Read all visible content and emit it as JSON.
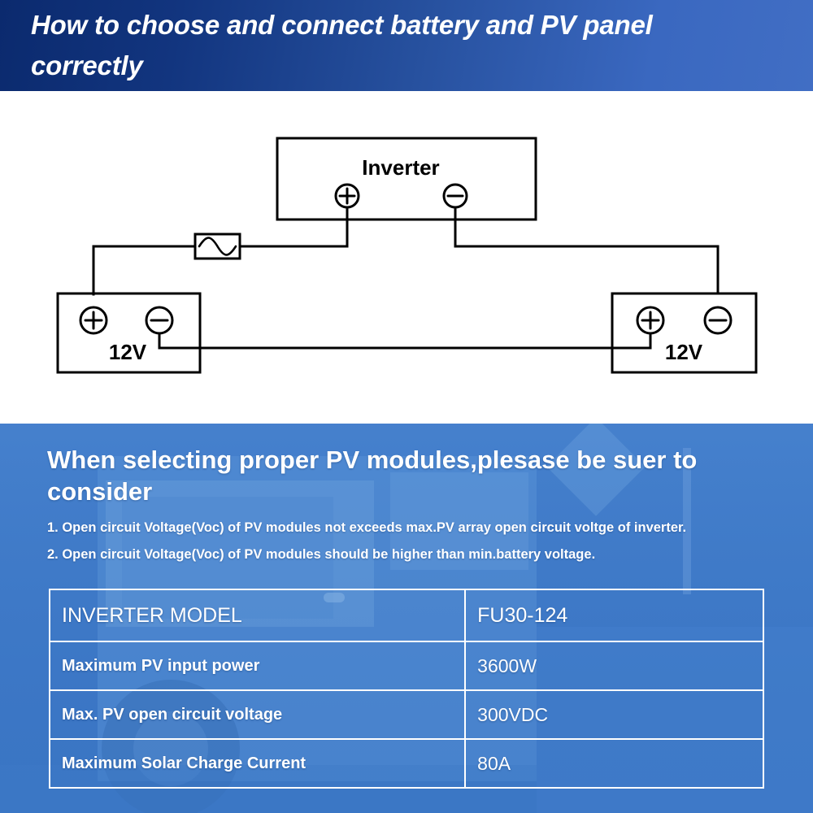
{
  "header": {
    "title": "How to choose and connect battery and PV panel correctly"
  },
  "diagram": {
    "inverter_label": "Inverter",
    "inverter_positive": "+",
    "inverter_negative": "−",
    "fuse_label": "fuse-symbol",
    "battery_left": {
      "voltage": "12V",
      "positive": "+",
      "negative": "−"
    },
    "battery_right": {
      "voltage": "12V",
      "positive": "+",
      "negative": "−"
    }
  },
  "panel": {
    "heading": "When selecting proper PV modules,plesase be suer to consider",
    "bullets": [
      "1. Open circuit Voltage(Voc) of PV modules not exceeds max.PV array open circuit voltge of inverter.",
      "2. Open circuit Voltage(Voc) of PV modules should be higher than min.battery voltage."
    ],
    "table": {
      "rows": [
        {
          "label": "INVERTER MODEL",
          "value": "FU30-124"
        },
        {
          "label": "Maximum PV input power",
          "value": "3600W"
        },
        {
          "label": "Max. PV open circuit voltage",
          "value": "300VDC"
        },
        {
          "label": "Maximum Solar Charge Current",
          "value": "80A"
        }
      ]
    }
  },
  "colors": {
    "header_dark": "#0b2a6e",
    "header_light": "#416ec4",
    "panel_blue": "#3a75c4",
    "line": "#000000",
    "text_white": "#ffffff"
  }
}
